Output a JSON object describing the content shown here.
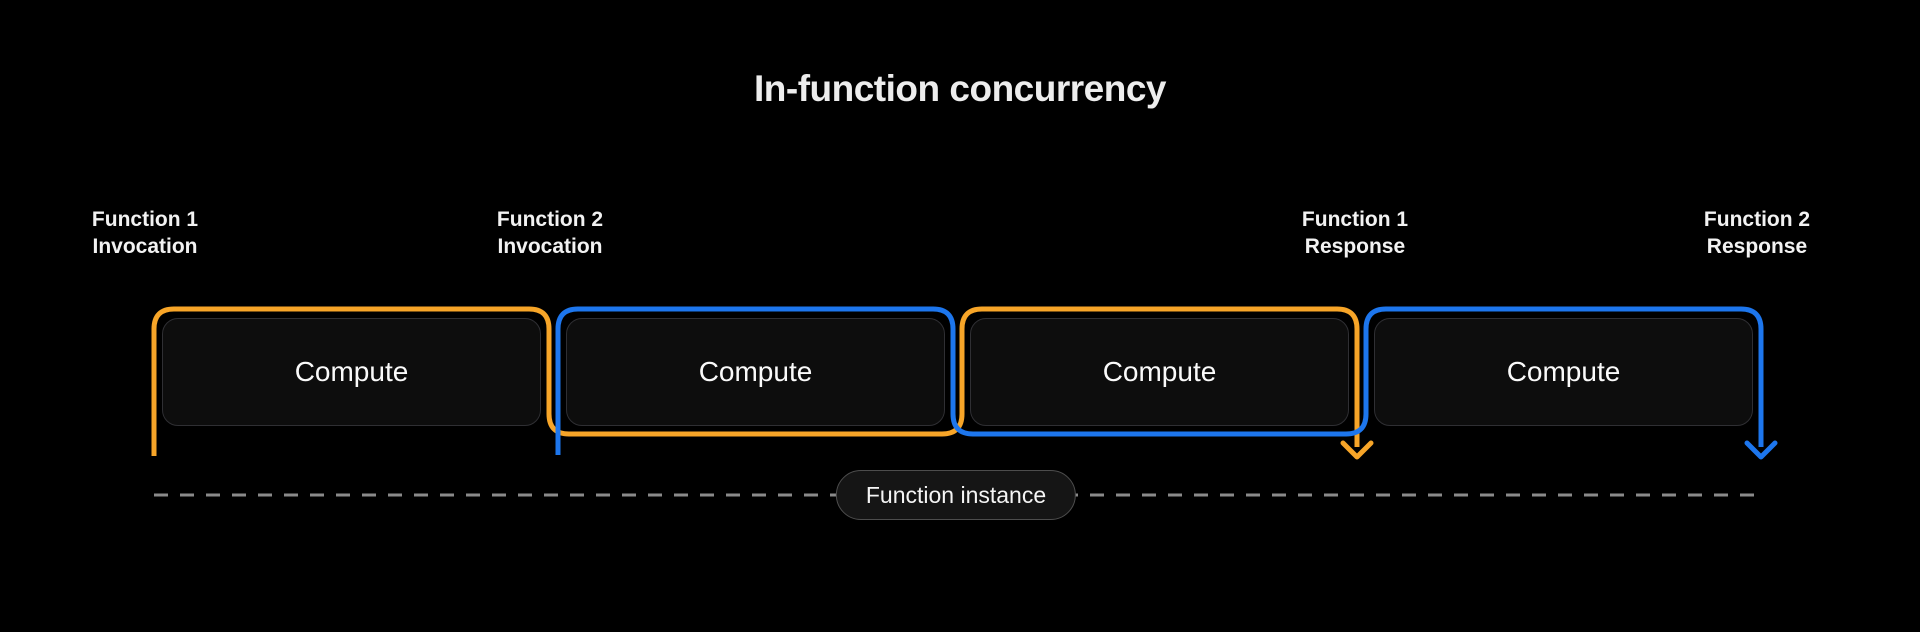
{
  "title": "In-function concurrency",
  "colors": {
    "function1": "#F7A528",
    "function2": "#1D76ED",
    "dashed_line": "#8A8A8A"
  },
  "milestones": [
    {
      "line1": "Function 1",
      "line2": "Invocation"
    },
    {
      "line1": "Function 2",
      "line2": "Invocation"
    },
    {
      "line1": "Function 1",
      "line2": "Response"
    },
    {
      "line1": "Function 2",
      "line2": "Response"
    }
  ],
  "compute_boxes": [
    {
      "label": "Compute"
    },
    {
      "label": "Compute"
    },
    {
      "label": "Compute"
    },
    {
      "label": "Compute"
    }
  ],
  "timeline": {
    "instance_label": "Function instance"
  }
}
